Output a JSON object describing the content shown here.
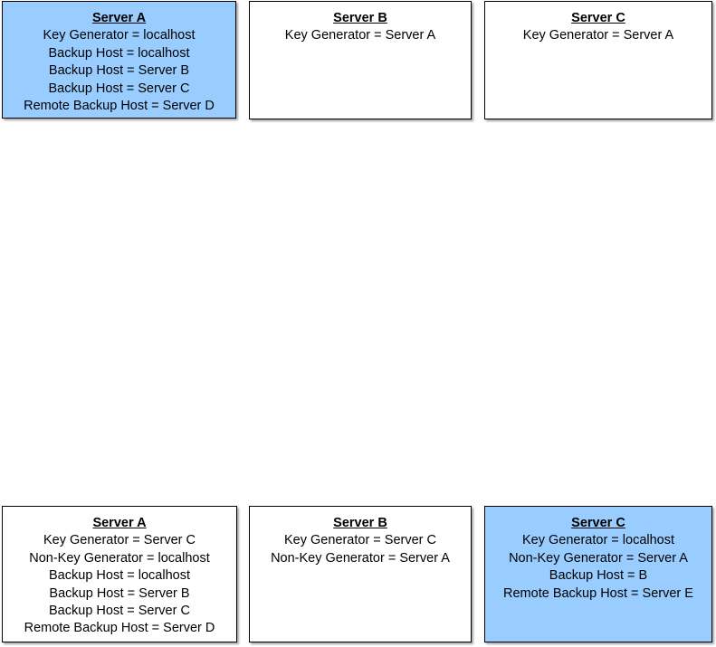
{
  "colors": {
    "highlight_fill": "#99ccff",
    "plain_fill": "#ffffff",
    "border": "#000000"
  },
  "top_row": [
    {
      "title": "Server A",
      "highlighted": true,
      "lines": [
        "Key Generator = localhost",
        "Backup Host = localhost",
        "Backup Host = Server B",
        "Backup Host = Server C",
        "Remote Backup Host = Server D"
      ]
    },
    {
      "title": "Server B",
      "highlighted": false,
      "lines": [
        "Key Generator = Server A"
      ]
    },
    {
      "title": "Server C",
      "highlighted": false,
      "lines": [
        "Key Generator = Server A"
      ]
    }
  ],
  "bottom_row": [
    {
      "title": "Server A",
      "highlighted": false,
      "lines": [
        "Key Generator = Server C",
        "Non-Key Generator = localhost",
        "Backup Host = localhost",
        "Backup Host = Server B",
        "Backup Host = Server C",
        "Remote Backup Host = Server D"
      ]
    },
    {
      "title": "Server B",
      "highlighted": false,
      "lines": [
        "Key Generator = Server C",
        "Non-Key Generator = Server A"
      ]
    },
    {
      "title": "Server C",
      "highlighted": true,
      "lines": [
        "Key Generator = localhost",
        "Non-Key Generator = Server A",
        "Backup Host = B",
        "Remote Backup Host = Server E"
      ]
    }
  ]
}
